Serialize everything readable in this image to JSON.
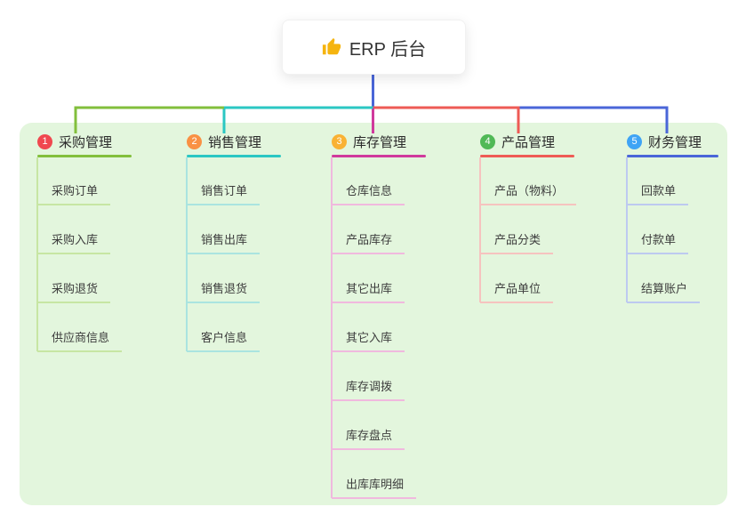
{
  "root": {
    "label": "ERP 后台"
  },
  "canvas": {
    "background": "#ffffff",
    "panel_background": "#e3f6dd",
    "root_line_color": "#4a66d8",
    "root_icon_color": "#f5b40f"
  },
  "branches": [
    {
      "badge": "1",
      "label": "采购管理",
      "color": "#82bf3c",
      "light_color": "#c7e6a3",
      "badge_color": "#f0484f",
      "children": [
        "采购订单",
        "采购入库",
        "采购退货",
        "供应商信息"
      ]
    },
    {
      "badge": "2",
      "label": "销售管理",
      "color": "#2bc7c3",
      "light_color": "#aae4e0",
      "badge_color": "#f99144",
      "children": [
        "销售订单",
        "销售出库",
        "销售退货",
        "客户信息"
      ]
    },
    {
      "badge": "3",
      "label": "库存管理",
      "color": "#d03a9c",
      "light_color": "#f0b9de",
      "badge_color": "#f9b234",
      "children": [
        "仓库信息",
        "产品库存",
        "其它出库",
        "其它入库",
        "库存调拨",
        "库存盘点",
        "出库库明细"
      ]
    },
    {
      "badge": "4",
      "label": "产品管理",
      "color": "#ee5b55",
      "light_color": "#f6c3bf",
      "badge_color": "#50b956",
      "children": [
        "产品（物料）",
        "产品分类",
        "产品单位"
      ]
    },
    {
      "badge": "5",
      "label": "财务管理",
      "color": "#4a66d8",
      "light_color": "#bdcaf0",
      "badge_color": "#3fa4f5",
      "children": [
        "回款单",
        "付款单",
        "结算账户"
      ]
    }
  ]
}
